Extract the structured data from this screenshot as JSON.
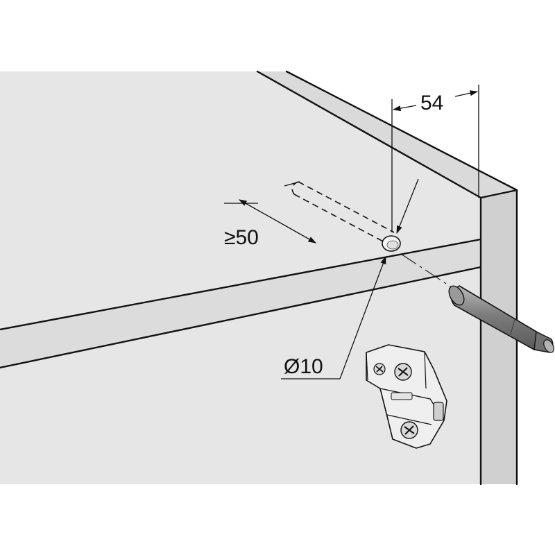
{
  "colors": {
    "panel_fill": "#e6e6e6",
    "panel_edge": "#d2d2d2",
    "line": "#111111",
    "part_dark": "#8c8c8c",
    "part_light": "#d9d9d9"
  },
  "dimensions": {
    "width_label": "54",
    "distance_label": "≥50",
    "diameter_label": "Ø10"
  },
  "parts": {
    "buffer_icon": "cylindrical-door-buffer",
    "hinge_icon": "hinge-mounting-plate"
  }
}
